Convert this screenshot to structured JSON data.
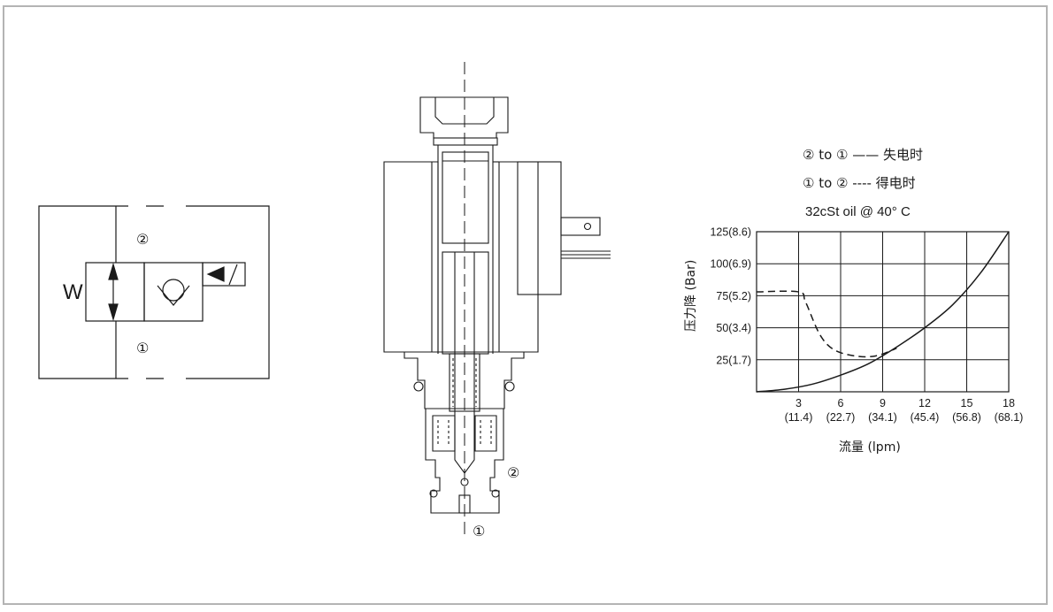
{
  "symbol": {
    "port_top": "②",
    "port_bottom": "①",
    "spring_mark": "W"
  },
  "section": {
    "port_side": "②",
    "port_bottom": "①"
  },
  "chart_data": {
    "type": "line",
    "legend": [
      {
        "label": "② to ① —— 失电时",
        "style": "solid"
      },
      {
        "label": "① to ② ---- 得电时",
        "style": "dashed"
      }
    ],
    "subtitle": "32cSt oil @ 40°  C",
    "xlabel": "流量 (lpm)",
    "ylabel": "压力降 (Bar)",
    "x_ticks": [
      {
        "top": "3",
        "bottom": "(11.4)"
      },
      {
        "top": "6",
        "bottom": "(22.7)"
      },
      {
        "top": "9",
        "bottom": "(34.1)"
      },
      {
        "top": "12",
        "bottom": "(45.4)"
      },
      {
        "top": "15",
        "bottom": "(56.8)"
      },
      {
        "top": "18",
        "bottom": "(68.1)"
      }
    ],
    "y_ticks": [
      "25(1.7)",
      "50(3.4)",
      "75(5.2)",
      "100(6.9)",
      "125(8.6)"
    ],
    "xlim": [
      0,
      18
    ],
    "ylim": [
      0,
      125
    ],
    "series": [
      {
        "style": "solid",
        "x": [
          0,
          2,
          4,
          6,
          8,
          10,
          12,
          14,
          16,
          18
        ],
        "y": [
          0,
          2,
          6,
          13,
          22,
          35,
          50,
          68,
          93,
          125
        ]
      },
      {
        "style": "dashed",
        "x": [
          0,
          3,
          3.5,
          4.5,
          5.5,
          7,
          8.5,
          10
        ],
        "y": [
          78,
          78,
          70,
          45,
          33,
          28,
          28,
          34
        ]
      }
    ]
  }
}
